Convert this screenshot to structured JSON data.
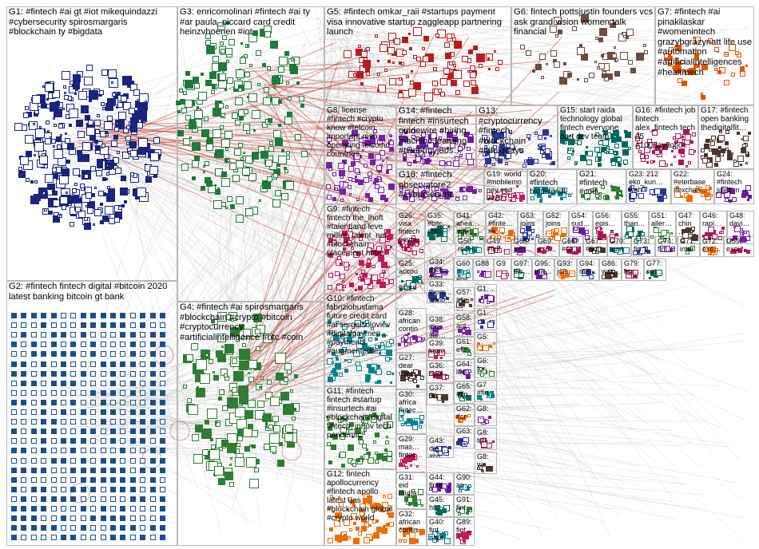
{
  "groups": [
    {
      "id": "G1",
      "label": "G1: #fintech #ai gt #iot mikequindazzi #cybersecurity spirosmargaris #blockchain ty #bigdata"
    },
    {
      "id": "G2",
      "label": "G2: #fintech fintech digital #bitcoin 2020 latest banking bitcoin gt bank"
    },
    {
      "id": "G3",
      "label": "G3: enricomolinari #fintech #ai ty #ar paula_piccard card credit heinzvhoenen #iot"
    },
    {
      "id": "G4",
      "label": "G4: #fintech #ai spirosmargaris #blockchain #crypto #bitcoin #cryptocurrency #artificialintelligence #btc #coin"
    },
    {
      "id": "G5",
      "label": "G5: #fintech omkar_raii #startups payment visa innovative startup zaggleapp partnering launch"
    },
    {
      "id": "G6",
      "label": "G6: fintech pottsjustin founders vcs ask grand vision women talk financial"
    },
    {
      "id": "G7",
      "label": "G7: #fintech #ai pinakilaskar #womenintech grazybgrazynatt life use #automation #artificialintelligences #healthtech"
    },
    {
      "id": "G8",
      "label": "G8: license #fintech #crypto know #telcoin important msb operating telcoind countries"
    },
    {
      "id": "G9",
      "label": "G9: #fintech fintech the_lhoft #talentland leve million talent_net #blockchain placement notre"
    },
    {
      "id": "G10",
      "label": "G10: #fintech fabriziobustama future credit card #ai sergeisoloviev #digitalpaymen… #payments #augmentedre…"
    },
    {
      "id": "G11",
      "label": "G11: #fintech fintech #startup #insurtech #ai #blockchain digital fintech_innov tech pandemic"
    },
    {
      "id": "G12",
      "label": "G12: fintech apollocurrency #fintech apollo latest uas #blockchain global #crypto world"
    },
    {
      "id": "G13",
      "label": "G13: #cryptocurrency #fintech #blockchain #nimiqdays"
    },
    {
      "id": "G14",
      "label": "G14: #fintech fintech #insurtech guidewire #hiring machine learning #tweetmyjobs…"
    },
    {
      "id": "G15",
      "label": "G15: start raida technology global fintech everyone part dev team"
    },
    {
      "id": "G16",
      "label": "G16: #fintech job fintech alex_fintech tech d5 #100daysofjo…"
    },
    {
      "id": "G17",
      "label": "G17: #fintech open banking thedigitalfit…"
    },
    {
      "id": "G18",
      "label": "G18: #fintech observatore2 #cybersecurit…"
    },
    {
      "id": "G19",
      "label": "G19: world #mobilemoney end 2020…"
    },
    {
      "id": "G20",
      "label": "G20: #fintech biodiversit…"
    },
    {
      "id": "G21",
      "label": "G21: #fintech #codi…"
    },
    {
      "id": "G22",
      "label": "G22: #eterbase #exchan…"
    },
    {
      "id": "G23",
      "label": "G23: 212 eko_kun… wah"
    },
    {
      "id": "G24",
      "label": "G24: #fintech julez_n…"
    },
    {
      "id": "G25",
      "label": "G25: accou… #care #acco"
    },
    {
      "id": "G26",
      "label": "G26: visa fintech paym…"
    },
    {
      "id": "G27",
      "label": "G27: dear users…"
    },
    {
      "id": "G28",
      "label": "G28: african contin…"
    },
    {
      "id": "G29",
      "label": "G29: mas… fintec…"
    },
    {
      "id": "G30",
      "label": "G30: africa fintec…"
    },
    {
      "id": "G31",
      "label": "G31: eid muba…"
    },
    {
      "id": "G32",
      "label": "G32: african contin…"
    },
    {
      "id": "G33",
      "label": "G33: thom… tomo…"
    },
    {
      "id": "G34",
      "label": "G34: thefi… they"
    },
    {
      "id": "G35",
      "label": "G35: #bitc… #blo…"
    },
    {
      "id": "G36",
      "label": "G36: rippl…"
    },
    {
      "id": "G37",
      "label": "G37: 50…"
    },
    {
      "id": "G38",
      "label": "G38: #ins… sto…"
    },
    {
      "id": "G39",
      "label": "G39: kope…"
    },
    {
      "id": "G40",
      "label": "G40: fint… #aut…"
    },
    {
      "id": "G41",
      "label": "G41: ahea… #tak…"
    },
    {
      "id": "G42",
      "label": "G42: #finte… #k…"
    },
    {
      "id": "G43",
      "label": "G43: die… #bti…"
    },
    {
      "id": "G44",
      "label": "G44: finte…"
    },
    {
      "id": "G45",
      "label": "G45: hi…"
    },
    {
      "id": "G46",
      "label": "G46: rapi…"
    },
    {
      "id": "G47",
      "label": "G47: chin…"
    },
    {
      "id": "G48",
      "label": "G48: davi…"
    },
    {
      "id": "G49",
      "label": "G49: #fint…"
    },
    {
      "id": "G50",
      "label": "G50: recei…"
    },
    {
      "id": "G51",
      "label": "G51: aller…"
    },
    {
      "id": "G52",
      "label": "G52: joins…"
    },
    {
      "id": "G53",
      "label": "G53: joins…"
    },
    {
      "id": "G54",
      "label": "G54: sud…"
    },
    {
      "id": "G55",
      "label": "G55: than…"
    },
    {
      "id": "G56",
      "label": "G56: epis…"
    },
    {
      "id": "G57",
      "label": "G57: #fin… #b…"
    },
    {
      "id": "G58",
      "label": "G58: ant…"
    },
    {
      "id": "G59",
      "label": "G59: exci…"
    },
    {
      "id": "G60",
      "label": "G60: #bit…"
    },
    {
      "id": "G61",
      "label": "G61: efe…"
    },
    {
      "id": "G62",
      "label": "G62: #cr…"
    },
    {
      "id": "G63",
      "label": "G63: …"
    },
    {
      "id": "G64",
      "label": "G64: ladi…"
    },
    {
      "id": "G65",
      "label": "G65: #fin…"
    },
    {
      "id": "G66",
      "label": "G66: #co…"
    },
    {
      "id": "G67",
      "label": "G67: #fint…"
    },
    {
      "id": "G68",
      "label": "G68: join…"
    },
    {
      "id": "G69",
      "label": "G69: esu…"
    },
    {
      "id": "G70",
      "label": "G70: aust…"
    },
    {
      "id": "G71",
      "label": "G71: inter…"
    },
    {
      "id": "G72",
      "label": "G72: exc…"
    },
    {
      "id": "G73",
      "label": "G73: fin…"
    },
    {
      "id": "G74",
      "label": "G74: fint…"
    },
    {
      "id": "G77",
      "label": "G77: not…"
    },
    {
      "id": "G79",
      "label": "G79: agr…"
    },
    {
      "id": "G86",
      "label": "G86: wat…"
    },
    {
      "id": "G88",
      "label": "G88"
    },
    {
      "id": "G89",
      "label": "G89: fint…"
    },
    {
      "id": "G90",
      "label": "G90: ap…"
    },
    {
      "id": "G91",
      "label": "G91: fint…"
    },
    {
      "id": "G93",
      "label": "G93: jue…"
    },
    {
      "id": "G94",
      "label": "G94: me…"
    },
    {
      "id": "G95",
      "label": "G95: ma…"
    },
    {
      "id": "G97",
      "label": "G97: dis…"
    },
    {
      "id": "G8b",
      "label": "G8: trill…"
    },
    {
      "id": "G8c",
      "label": "G8: we…"
    },
    {
      "id": "G8d",
      "label": "G8: …"
    },
    {
      "id": "G9b",
      "label": "G9"
    },
    {
      "id": "G7b",
      "label": "G7 #fin…"
    },
    {
      "id": "G6b",
      "label": "G6: for…"
    },
    {
      "id": "G5b",
      "label": "G5: …"
    },
    {
      "id": "G1b",
      "label": "G1…"
    },
    {
      "id": "G1c",
      "label": "G1…"
    }
  ],
  "colors": {
    "border": "#b8b8b8",
    "edge_gray": "#9a9a9a",
    "edge_red": "#c0392b",
    "g1_node": "#1a237e",
    "g2_node": "#1b4f8a",
    "g3_node": "#1e7a3a",
    "g4_node": "#2e7d32",
    "g5_node": "#b71c1c",
    "g6_node": "#6d4c41",
    "g7_node": "#e65100",
    "cluster_palette": [
      "#7b1fa2",
      "#c2185b",
      "#00838f",
      "#2e7d32",
      "#ef6c00",
      "#283593",
      "#6a1b9a",
      "#00695c",
      "#ad1457",
      "#4e342e"
    ]
  }
}
